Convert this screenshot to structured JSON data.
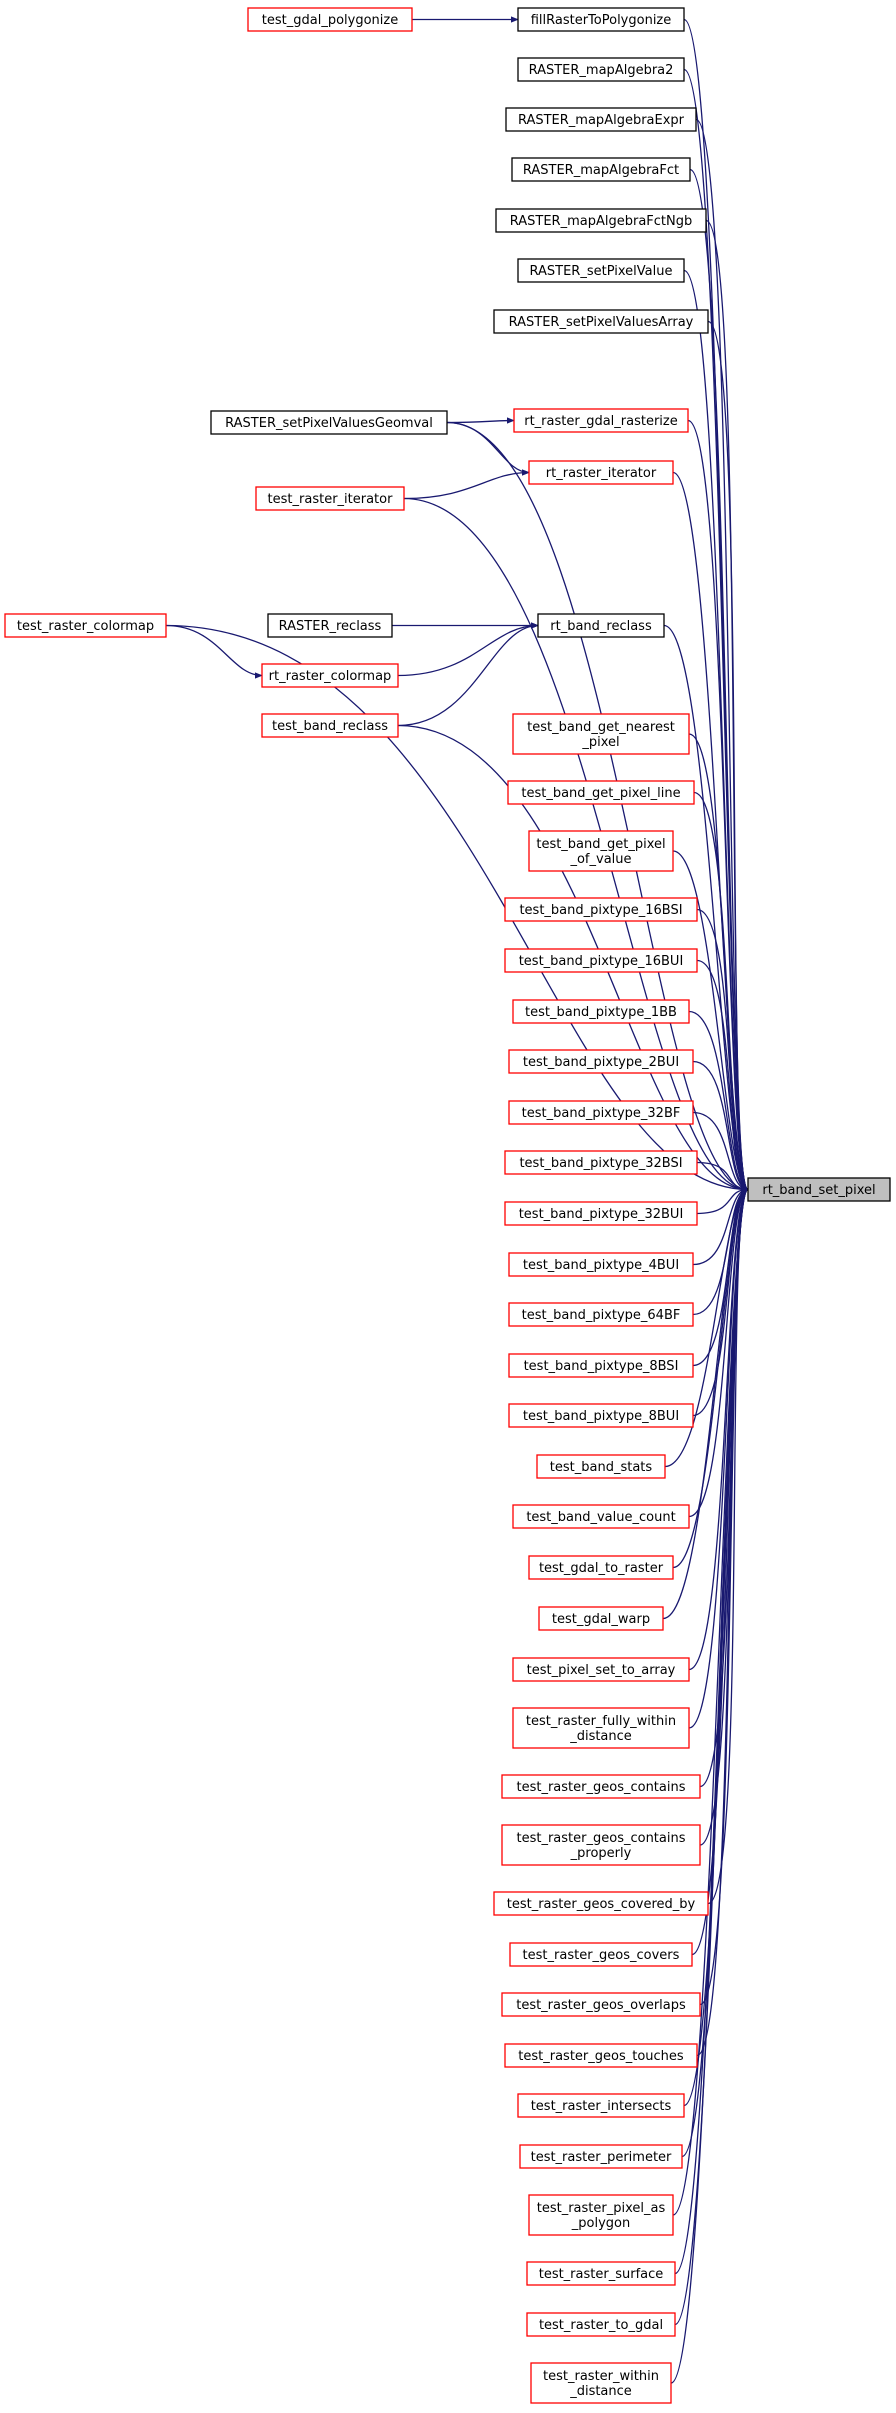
{
  "target": {
    "id": "rt_band_set_pixel",
    "label": "rt_band_set_pixel"
  },
  "colors": {
    "edge": "#191970",
    "link_border": "#ff0000",
    "plain_border": "#000000",
    "target_fill": "#bfbfbf"
  },
  "nodes": [
    {
      "id": "fillRasterToPolygonize",
      "lines": [
        "fillRasterToPolygonize"
      ],
      "border": "black"
    },
    {
      "id": "test_gdal_polygonize",
      "lines": [
        "test_gdal_polygonize"
      ],
      "border": "red"
    },
    {
      "id": "RASTER_mapAlgebra2",
      "lines": [
        "RASTER_mapAlgebra2"
      ],
      "border": "black"
    },
    {
      "id": "RASTER_mapAlgebraExpr",
      "lines": [
        "RASTER_mapAlgebraExpr"
      ],
      "border": "black"
    },
    {
      "id": "RASTER_mapAlgebraFct",
      "lines": [
        "RASTER_mapAlgebraFct"
      ],
      "border": "black"
    },
    {
      "id": "RASTER_mapAlgebraFctNgb",
      "lines": [
        "RASTER_mapAlgebraFctNgb"
      ],
      "border": "black"
    },
    {
      "id": "RASTER_setPixelValue",
      "lines": [
        "RASTER_setPixelValue"
      ],
      "border": "black"
    },
    {
      "id": "RASTER_setPixelValuesArray",
      "lines": [
        "RASTER_setPixelValuesArray"
      ],
      "border": "black"
    },
    {
      "id": "RASTER_setPixelValuesGeomval",
      "lines": [
        "RASTER_setPixelValuesGeomval"
      ],
      "border": "black"
    },
    {
      "id": "rt_raster_gdal_rasterize",
      "lines": [
        "rt_raster_gdal_rasterize"
      ],
      "border": "red"
    },
    {
      "id": "rt_raster_iterator",
      "lines": [
        "rt_raster_iterator"
      ],
      "border": "red"
    },
    {
      "id": "test_raster_iterator",
      "lines": [
        "test_raster_iterator"
      ],
      "border": "red"
    },
    {
      "id": "test_raster_colormap",
      "lines": [
        "test_raster_colormap"
      ],
      "border": "red"
    },
    {
      "id": "RASTER_reclass",
      "lines": [
        "RASTER_reclass"
      ],
      "border": "black"
    },
    {
      "id": "rt_band_reclass",
      "lines": [
        "rt_band_reclass"
      ],
      "border": "black"
    },
    {
      "id": "rt_raster_colormap",
      "lines": [
        "rt_raster_colormap"
      ],
      "border": "red"
    },
    {
      "id": "test_band_reclass",
      "lines": [
        "test_band_reclass"
      ],
      "border": "red"
    },
    {
      "id": "test_band_get_nearest_pixel",
      "lines": [
        "test_band_get_nearest",
        "_pixel"
      ],
      "border": "red"
    },
    {
      "id": "test_band_get_pixel_line",
      "lines": [
        "test_band_get_pixel_line"
      ],
      "border": "red"
    },
    {
      "id": "test_band_get_pixel_of_value",
      "lines": [
        "test_band_get_pixel",
        "_of_value"
      ],
      "border": "red"
    },
    {
      "id": "test_band_pixtype_16BSI",
      "lines": [
        "test_band_pixtype_16BSI"
      ],
      "border": "red"
    },
    {
      "id": "test_band_pixtype_16BUI",
      "lines": [
        "test_band_pixtype_16BUI"
      ],
      "border": "red"
    },
    {
      "id": "test_band_pixtype_1BB",
      "lines": [
        "test_band_pixtype_1BB"
      ],
      "border": "red"
    },
    {
      "id": "test_band_pixtype_2BUI",
      "lines": [
        "test_band_pixtype_2BUI"
      ],
      "border": "red"
    },
    {
      "id": "test_band_pixtype_32BF",
      "lines": [
        "test_band_pixtype_32BF"
      ],
      "border": "red"
    },
    {
      "id": "test_band_pixtype_32BSI",
      "lines": [
        "test_band_pixtype_32BSI"
      ],
      "border": "red"
    },
    {
      "id": "test_band_pixtype_32BUI",
      "lines": [
        "test_band_pixtype_32BUI"
      ],
      "border": "red"
    },
    {
      "id": "test_band_pixtype_4BUI",
      "lines": [
        "test_band_pixtype_4BUI"
      ],
      "border": "red"
    },
    {
      "id": "test_band_pixtype_64BF",
      "lines": [
        "test_band_pixtype_64BF"
      ],
      "border": "red"
    },
    {
      "id": "test_band_pixtype_8BSI",
      "lines": [
        "test_band_pixtype_8BSI"
      ],
      "border": "red"
    },
    {
      "id": "test_band_pixtype_8BUI",
      "lines": [
        "test_band_pixtype_8BUI"
      ],
      "border": "red"
    },
    {
      "id": "test_band_stats",
      "lines": [
        "test_band_stats"
      ],
      "border": "red"
    },
    {
      "id": "test_band_value_count",
      "lines": [
        "test_band_value_count"
      ],
      "border": "red"
    },
    {
      "id": "test_gdal_to_raster",
      "lines": [
        "test_gdal_to_raster"
      ],
      "border": "red"
    },
    {
      "id": "test_gdal_warp",
      "lines": [
        "test_gdal_warp"
      ],
      "border": "red"
    },
    {
      "id": "test_pixel_set_to_array",
      "lines": [
        "test_pixel_set_to_array"
      ],
      "border": "red"
    },
    {
      "id": "test_raster_fully_within_distance",
      "lines": [
        "test_raster_fully_within",
        "_distance"
      ],
      "border": "red"
    },
    {
      "id": "test_raster_geos_contains",
      "lines": [
        "test_raster_geos_contains"
      ],
      "border": "red"
    },
    {
      "id": "test_raster_geos_contains_properly",
      "lines": [
        "test_raster_geos_contains",
        "_properly"
      ],
      "border": "red"
    },
    {
      "id": "test_raster_geos_covered_by",
      "lines": [
        "test_raster_geos_covered_by"
      ],
      "border": "red"
    },
    {
      "id": "test_raster_geos_covers",
      "lines": [
        "test_raster_geos_covers"
      ],
      "border": "red"
    },
    {
      "id": "test_raster_geos_overlaps",
      "lines": [
        "test_raster_geos_overlaps"
      ],
      "border": "red"
    },
    {
      "id": "test_raster_geos_touches",
      "lines": [
        "test_raster_geos_touches"
      ],
      "border": "red"
    },
    {
      "id": "test_raster_intersects",
      "lines": [
        "test_raster_intersects"
      ],
      "border": "red"
    },
    {
      "id": "test_raster_perimeter",
      "lines": [
        "test_raster_perimeter"
      ],
      "border": "red"
    },
    {
      "id": "test_raster_pixel_as_polygon",
      "lines": [
        "test_raster_pixel_as",
        "_polygon"
      ],
      "border": "red"
    },
    {
      "id": "test_raster_surface",
      "lines": [
        "test_raster_surface"
      ],
      "border": "red"
    },
    {
      "id": "test_raster_to_gdal",
      "lines": [
        "test_raster_to_gdal"
      ],
      "border": "red"
    },
    {
      "id": "test_raster_within_distance",
      "lines": [
        "test_raster_within",
        "_distance"
      ],
      "border": "red"
    }
  ],
  "edges": [
    {
      "from": "test_gdal_polygonize",
      "to": "fillRasterToPolygonize"
    },
    {
      "from": "RASTER_setPixelValuesGeomval",
      "to": "rt_raster_gdal_rasterize"
    },
    {
      "from": "RASTER_setPixelValuesGeomval",
      "to": "rt_raster_iterator"
    },
    {
      "from": "test_raster_iterator",
      "to": "rt_raster_iterator"
    },
    {
      "from": "RASTER_reclass",
      "to": "rt_band_reclass"
    },
    {
      "from": "rt_raster_colormap",
      "to": "rt_band_reclass"
    },
    {
      "from": "test_band_reclass",
      "to": "rt_band_reclass"
    },
    {
      "from": "test_raster_colormap",
      "to": "rt_raster_colormap"
    },
    {
      "from": "fillRasterToPolygonize",
      "to": "rt_band_set_pixel"
    },
    {
      "from": "RASTER_mapAlgebra2",
      "to": "rt_band_set_pixel"
    },
    {
      "from": "RASTER_mapAlgebraExpr",
      "to": "rt_band_set_pixel"
    },
    {
      "from": "RASTER_mapAlgebraFct",
      "to": "rt_band_set_pixel"
    },
    {
      "from": "RASTER_mapAlgebraFctNgb",
      "to": "rt_band_set_pixel"
    },
    {
      "from": "RASTER_setPixelValue",
      "to": "rt_band_set_pixel"
    },
    {
      "from": "RASTER_setPixelValuesArray",
      "to": "rt_band_set_pixel"
    },
    {
      "from": "RASTER_setPixelValuesGeomval",
      "to": "rt_band_set_pixel"
    },
    {
      "from": "rt_raster_gdal_rasterize",
      "to": "rt_band_set_pixel"
    },
    {
      "from": "rt_raster_iterator",
      "to": "rt_band_set_pixel"
    },
    {
      "from": "test_raster_iterator",
      "to": "rt_band_set_pixel"
    },
    {
      "from": "test_raster_colormap",
      "to": "rt_band_set_pixel"
    },
    {
      "from": "rt_band_reclass",
      "to": "rt_band_set_pixel"
    },
    {
      "from": "test_band_reclass",
      "to": "rt_band_set_pixel"
    },
    {
      "from": "test_band_get_nearest_pixel",
      "to": "rt_band_set_pixel"
    },
    {
      "from": "test_band_get_pixel_line",
      "to": "rt_band_set_pixel"
    },
    {
      "from": "test_band_get_pixel_of_value",
      "to": "rt_band_set_pixel"
    },
    {
      "from": "test_band_pixtype_16BSI",
      "to": "rt_band_set_pixel"
    },
    {
      "from": "test_band_pixtype_16BUI",
      "to": "rt_band_set_pixel"
    },
    {
      "from": "test_band_pixtype_1BB",
      "to": "rt_band_set_pixel"
    },
    {
      "from": "test_band_pixtype_2BUI",
      "to": "rt_band_set_pixel"
    },
    {
      "from": "test_band_pixtype_32BF",
      "to": "rt_band_set_pixel"
    },
    {
      "from": "test_band_pixtype_32BSI",
      "to": "rt_band_set_pixel"
    },
    {
      "from": "test_band_pixtype_32BUI",
      "to": "rt_band_set_pixel"
    },
    {
      "from": "test_band_pixtype_4BUI",
      "to": "rt_band_set_pixel"
    },
    {
      "from": "test_band_pixtype_64BF",
      "to": "rt_band_set_pixel"
    },
    {
      "from": "test_band_pixtype_8BSI",
      "to": "rt_band_set_pixel"
    },
    {
      "from": "test_band_pixtype_8BUI",
      "to": "rt_band_set_pixel"
    },
    {
      "from": "test_band_stats",
      "to": "rt_band_set_pixel"
    },
    {
      "from": "test_band_value_count",
      "to": "rt_band_set_pixel"
    },
    {
      "from": "test_gdal_to_raster",
      "to": "rt_band_set_pixel"
    },
    {
      "from": "test_gdal_warp",
      "to": "rt_band_set_pixel"
    },
    {
      "from": "test_pixel_set_to_array",
      "to": "rt_band_set_pixel"
    },
    {
      "from": "test_raster_fully_within_distance",
      "to": "rt_band_set_pixel"
    },
    {
      "from": "test_raster_geos_contains",
      "to": "rt_band_set_pixel"
    },
    {
      "from": "test_raster_geos_contains_properly",
      "to": "rt_band_set_pixel"
    },
    {
      "from": "test_raster_geos_covered_by",
      "to": "rt_band_set_pixel"
    },
    {
      "from": "test_raster_geos_covers",
      "to": "rt_band_set_pixel"
    },
    {
      "from": "test_raster_geos_overlaps",
      "to": "rt_band_set_pixel"
    },
    {
      "from": "test_raster_geos_touches",
      "to": "rt_band_set_pixel"
    },
    {
      "from": "test_raster_intersects",
      "to": "rt_band_set_pixel"
    },
    {
      "from": "test_raster_perimeter",
      "to": "rt_band_set_pixel"
    },
    {
      "from": "test_raster_pixel_as_polygon",
      "to": "rt_band_set_pixel"
    },
    {
      "from": "test_raster_surface",
      "to": "rt_band_set_pixel"
    },
    {
      "from": "test_raster_to_gdal",
      "to": "rt_band_set_pixel"
    },
    {
      "from": "test_raster_within_distance",
      "to": "rt_band_set_pixel"
    }
  ]
}
